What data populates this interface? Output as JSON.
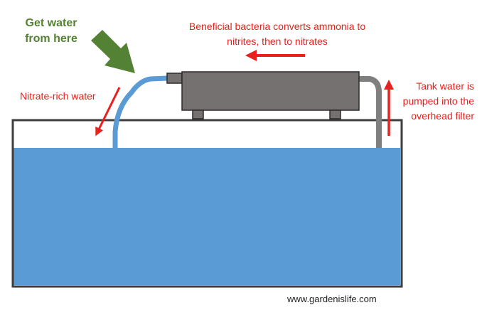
{
  "labels": {
    "get_water_line1": "Get water",
    "get_water_line2": "from here",
    "bacteria_line1": "Beneficial bacteria converts ammonia to",
    "bacteria_line2": "nitrites, then to nitrates",
    "nitrate_rich": "Nitrate-rich water",
    "pumped_line1": "Tank water is",
    "pumped_line2": "pumped into the",
    "pumped_line3": "overhead filter",
    "website": "www.gardenislife.com"
  },
  "colors": {
    "water": "#5b9bd5",
    "tank_outline": "#3e3e3e",
    "filter_body": "#767171",
    "filter_outline": "#2b2b2b",
    "outlet_pipe": "#5b9bd5",
    "intake_pipe": "#7f7f7f",
    "arrow_red": "#e8201e",
    "arrow_green": "#548235",
    "text_red": "#e8201e",
    "text_green": "#548235"
  },
  "icons": {
    "green_arrow": "down-right-arrow-icon",
    "flow_left_arrow": "left-arrow-icon",
    "flow_up_arrow": "up-arrow-icon",
    "flow_down_arrow": "down-left-arrow-icon"
  }
}
